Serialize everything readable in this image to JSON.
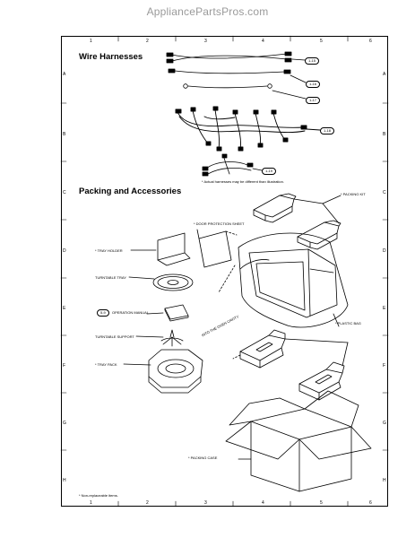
{
  "site_watermark": "AppliancePartsPros.com",
  "grid": {
    "columns": [
      "1",
      "2",
      "3",
      "4",
      "5",
      "6"
    ],
    "rows": [
      "A",
      "B",
      "C",
      "D",
      "E",
      "F",
      "G",
      "H"
    ]
  },
  "wire_harnesses": {
    "title": "Wire Harnesses",
    "refs": [
      "1-15",
      "1-16",
      "1-17",
      "1-18",
      "1-19"
    ],
    "note": "* Actual harnesses may be different than illustration."
  },
  "packing": {
    "title": "Packing and Accessories",
    "labels": {
      "packing_kit": "* PACKING KIT",
      "door_protection_sheet": "* DOOR PROTECTION SHEET",
      "tray_holder": "* TRAY HOLDER",
      "turntable_tray": "TURNTABLE TRAY",
      "operation_manual": "OPERATION MANUAL",
      "operation_manual_ref": "5-9",
      "plastic_bag": "* PLASTIC BAG",
      "turntable_support": "TURNTABLE SUPPORT",
      "into_oven_cavity": "INTO THE OVEN CAVITY",
      "tray_pack": "* TRAY PACK",
      "packing_case": "* PACKING CASE"
    },
    "footnote": "* Non-replaceable items."
  }
}
